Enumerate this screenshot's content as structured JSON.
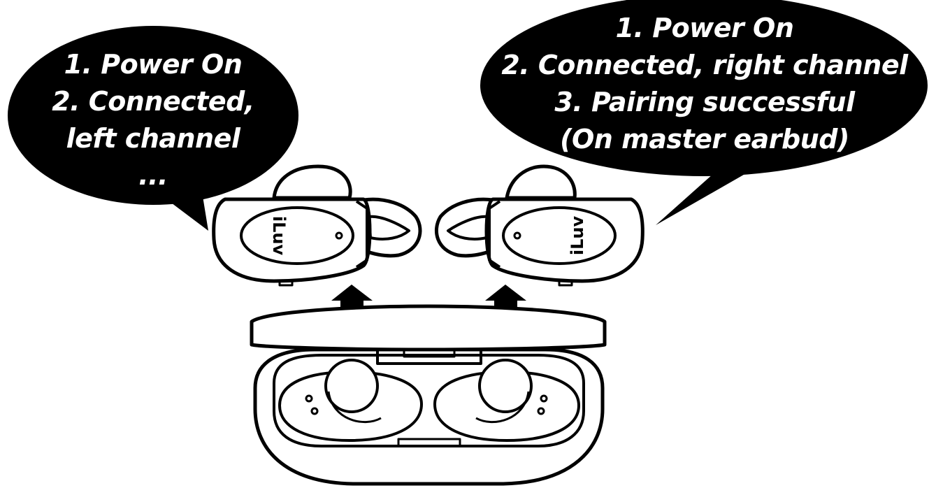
{
  "left_bubble": {
    "lines": [
      "1. Power On",
      "2. Connected,",
      "left channel",
      "..."
    ]
  },
  "right_bubble": {
    "lines": [
      "1. Power On",
      "2. Connected, right channel",
      "3. Pairing successful",
      "(On master earbud)"
    ]
  },
  "earbuds": {
    "brand": "iLuv"
  },
  "colors": {
    "ink": "#000000",
    "paper": "#ffffff"
  }
}
